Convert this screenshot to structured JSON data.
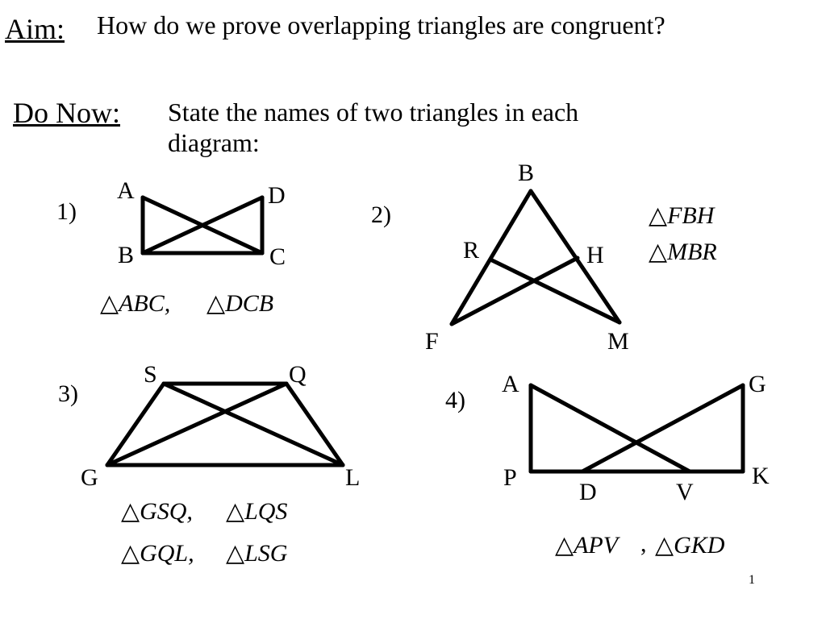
{
  "aim": {
    "label": "Aim:",
    "text": "How do we prove overlapping triangles are congruent?"
  },
  "do_now": {
    "label": "Do Now:",
    "text": "State the names of two triangles in each diagram:"
  },
  "triangle_symbol": "△",
  "diagrams": [
    {
      "number": "1)",
      "vertices": [
        "A",
        "D",
        "B",
        "C"
      ],
      "answers": [
        "ABC,",
        "DCB"
      ]
    },
    {
      "number": "2)",
      "vertices": [
        "B",
        "R",
        "H",
        "F",
        "M"
      ],
      "answers": [
        "FBH",
        "MBR"
      ]
    },
    {
      "number": "3)",
      "vertices": [
        "S",
        "Q",
        "G",
        "L"
      ],
      "answers": [
        "GSQ,",
        "LQS",
        "GQL,",
        "LSG"
      ]
    },
    {
      "number": "4)",
      "vertices": [
        "A",
        "G",
        "P",
        "K",
        "D",
        "V"
      ],
      "answers": [
        "APV",
        ",",
        "GKD"
      ]
    }
  ],
  "page_number": "1"
}
